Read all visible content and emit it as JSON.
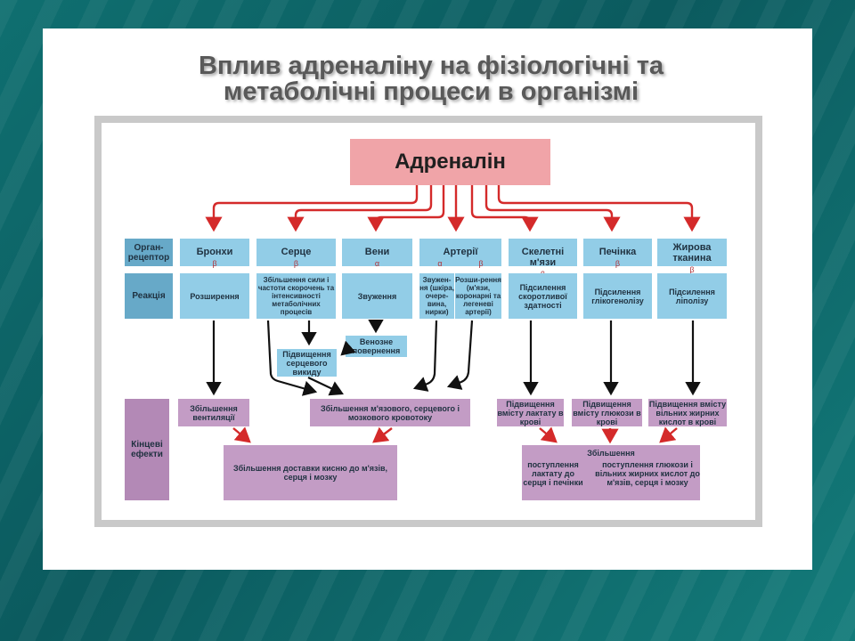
{
  "title_line1": "Вплив адреналіну на фізіологічні та",
  "title_line2": "метаболічні процеси в організмі",
  "adrenaline": "Адреналін",
  "row_labels": {
    "receptor": "Орган-рецептор",
    "reaction": "Реакція",
    "final_effects": "Кінцеві ефекти"
  },
  "organs": {
    "bronchi": {
      "name": "Бронхи",
      "receptor": "β",
      "reaction": "Розширення"
    },
    "heart": {
      "name": "Серце",
      "receptor": "β",
      "reaction": "Збільшення сили і частоти скорочень та інтенсивності метаболічних процесів"
    },
    "veins": {
      "name": "Вени",
      "receptor": "α",
      "reaction": "Звуження"
    },
    "arteries": {
      "name": "Артерії",
      "receptor_a": "α",
      "receptor_b": "β",
      "reaction_a": "Звужен-ня (шкіра, очере-вина, нирки)",
      "reaction_b": "Розши-рення (м'язи, коронарні та легеневі артерії)"
    },
    "muscles": {
      "name": "Скелетні м'язи",
      "receptor": "β",
      "reaction": "Підсилення скоротливої здатності"
    },
    "liver": {
      "name": "Печінка",
      "receptor": "β",
      "reaction": "Підсилення глікогенолізу"
    },
    "fat": {
      "name": "Жирова тканина",
      "receptor": "β",
      "reaction": "Підсилення ліполізу"
    }
  },
  "intermediate": {
    "venous_return": "Венозне повернення",
    "cardiac_output": "Підвищення серцевого викиду"
  },
  "effects": {
    "ventilation": "Збільшення вентиляції",
    "blood_flow": "Збільшення м'язового, серцевого і мозкового кровотоку",
    "lactate": "Підвищення вмісту лактату в крові",
    "glucose": "Підвищення вмісту глюкози в крові",
    "fatty_acids": "Підвищення вмісту вільних жирних кислот в крові",
    "oxygen": "Збільшення доставки кисню до м'язів, серця і мозку",
    "supply_head": "Збільшення",
    "supply_lactate": "поступлення лактату до серця і печінки",
    "supply_glucose": "поступлення глюкози і вільних жирних кислот до м'язів, серця і мозку"
  },
  "colors": {
    "red_arrow": "#d42a2a",
    "black_arrow": "#111111",
    "blue_box": "#92cde7",
    "label_box": "#67a9c8",
    "pink_box": "#c39cc5",
    "adrenaline_box": "#f0a4a8"
  }
}
